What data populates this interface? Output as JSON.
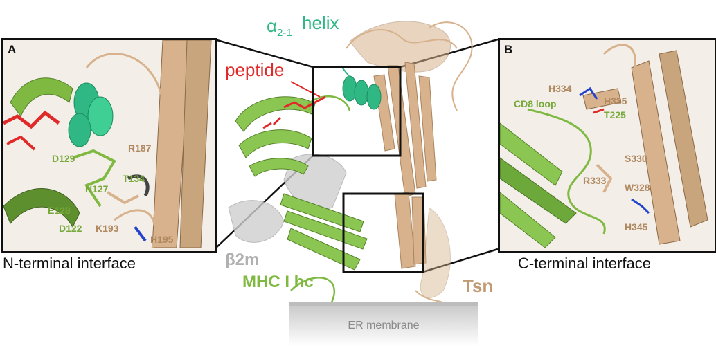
{
  "panels": {
    "a": {
      "letter": "A",
      "caption": "N-terminal interface",
      "residues": {
        "r187": "R187",
        "d129": "D129",
        "t134": "T134",
        "n127": "N127",
        "e128": "E128",
        "d122": "D122",
        "k193": "K193",
        "h195": "H195"
      }
    },
    "b": {
      "letter": "B",
      "caption": "C-terminal interface",
      "residues": {
        "h334": "H334",
        "h335": "H335",
        "cd8_loop": "CD8 loop",
        "t225": "T225",
        "s330": "S330",
        "r333": "R333",
        "w328": "W328",
        "h345": "H345"
      }
    }
  },
  "center": {
    "alpha_symbol": "α",
    "alpha_subscript": "2-1",
    "helix_label": "helix",
    "peptide_label": "peptide",
    "beta2m_label": "β2m",
    "mhc_label": "MHC I hc",
    "tsn_label": "Tsn",
    "membrane_label": "ER membrane"
  },
  "colors": {
    "tsn": "#d7b28c",
    "mhc": "#7fb942",
    "mhc_dark": "#55802a",
    "helix": "#2fb884",
    "peptide": "#e02a2a",
    "beta2m": "#bdbdbd"
  }
}
